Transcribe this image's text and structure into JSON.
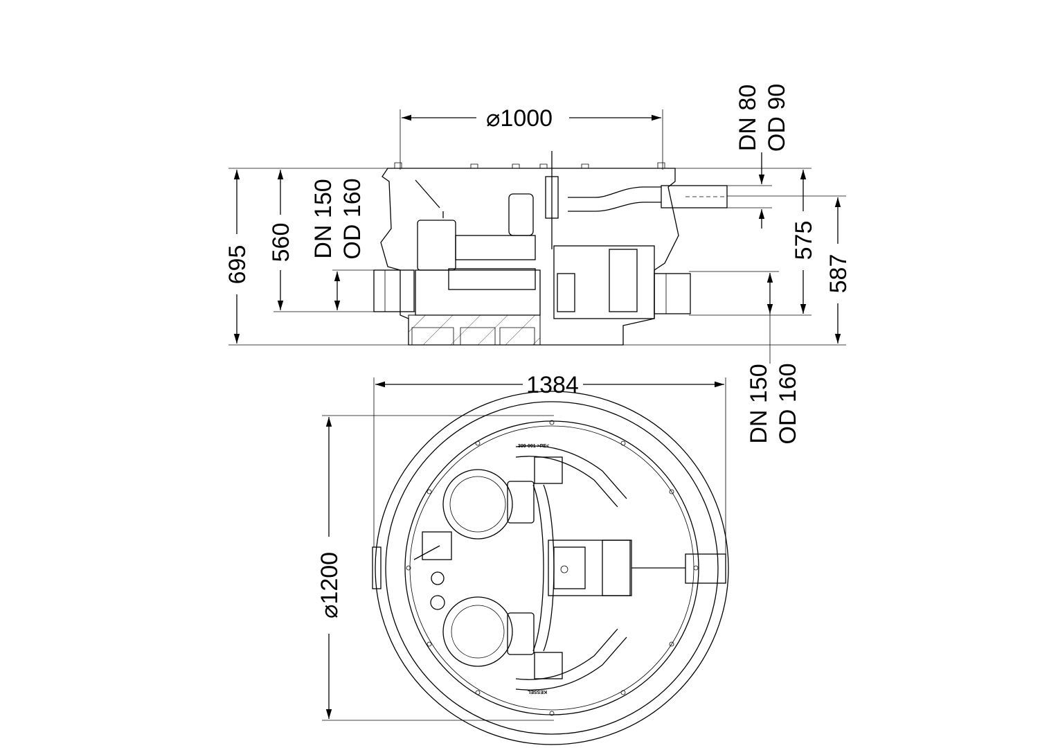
{
  "title": "Pump station shaft - technical drawing",
  "side_view": {
    "diameter_top": "⌀1000",
    "height_total": "695",
    "height_inlet": "560",
    "inlet_left": {
      "dn": "DN 150",
      "od": "OD 160"
    },
    "outlet_top": {
      "dn": "DN 80",
      "od": "OD 90"
    },
    "height_right": "575",
    "height_outlet": "587",
    "inlet_right": {
      "dn": "DN 150",
      "od": "OD 160"
    }
  },
  "top_view": {
    "width": "1384",
    "diameter": "⌀1200",
    "part_label": "309-001 >PE<",
    "brand_label": "KESSEL"
  }
}
